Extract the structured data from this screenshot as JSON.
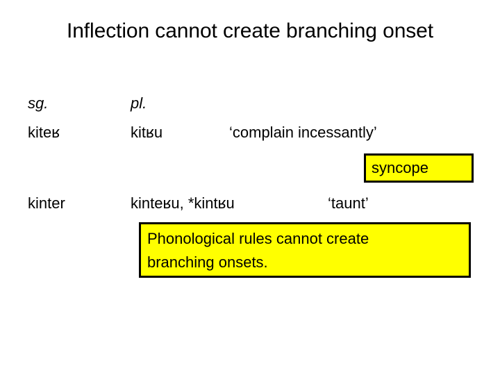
{
  "slide": {
    "title": "Inflection cannot create branching onset",
    "background_color": "#ffffff",
    "text_color": "#000000",
    "highlight_color": "#ffff00",
    "border_color": "#000000"
  },
  "table": {
    "headers": {
      "singular": "sg.",
      "plural": "pl."
    },
    "rows": [
      {
        "singular": "kiteʁ",
        "plural": "kitʁu",
        "gloss": "‘complain incessantly’"
      },
      {
        "singular": "kinter",
        "plural": "kinteʁu, *kintʁu",
        "gloss": "‘taunt’"
      }
    ]
  },
  "annotations": {
    "syncope_label": "syncope",
    "callout_line_1": "Phonological rules cannot create",
    "callout_line_2": "branching onsets."
  }
}
